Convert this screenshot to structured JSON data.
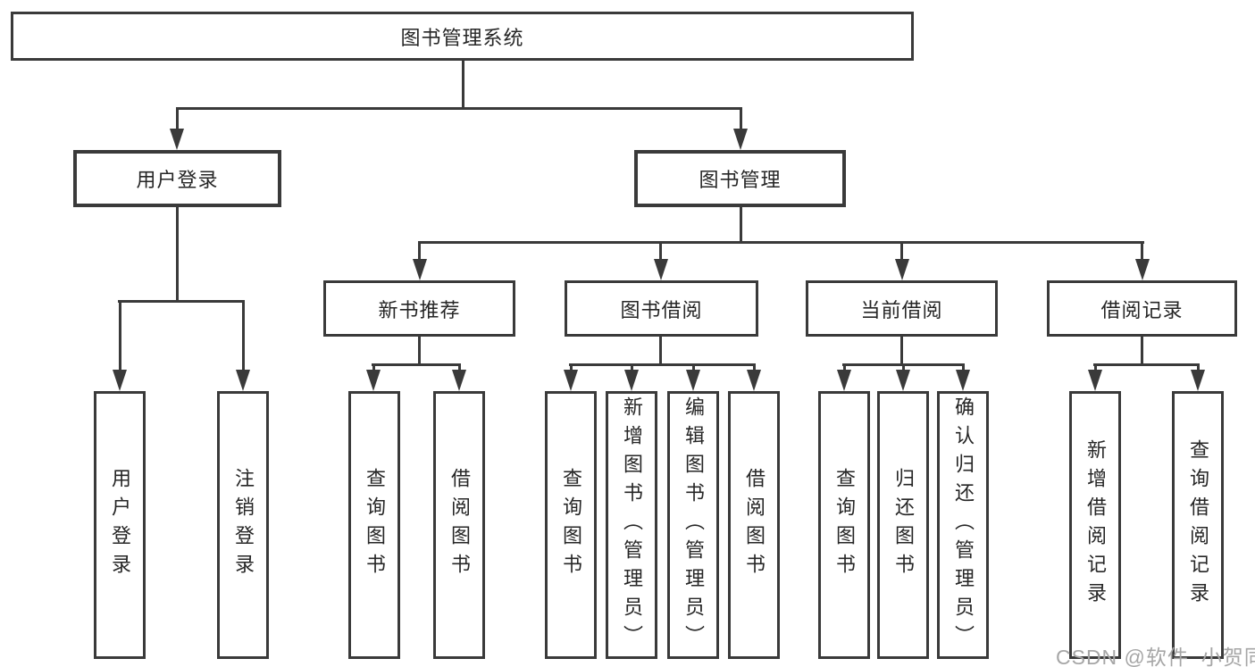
{
  "tree": {
    "label": "图书管理系统",
    "children": [
      {
        "label": "用户登录",
        "children": [
          {
            "label": "用户登录"
          },
          {
            "label": "注销登录"
          }
        ]
      },
      {
        "label": "图书管理",
        "children": [
          {
            "label": "新书推荐",
            "children": [
              {
                "label": "查询图书"
              },
              {
                "label": "借阅图书"
              }
            ]
          },
          {
            "label": "图书借阅",
            "children": [
              {
                "label": "查询图书"
              },
              {
                "label": "新增图书（管理员）"
              },
              {
                "label": "编辑图书（管理员）"
              },
              {
                "label": "借阅图书"
              }
            ]
          },
          {
            "label": "当前借阅",
            "children": [
              {
                "label": "查询图书"
              },
              {
                "label": "归还图书"
              },
              {
                "label": "确认归还（管理员）"
              }
            ]
          },
          {
            "label": "借阅记录",
            "children": [
              {
                "label": "新增借阅记录"
              },
              {
                "label": "查询借阅记录"
              }
            ]
          }
        ]
      }
    ]
  },
  "watermark": {
    "text": "CSDN @软件_小贺同学"
  },
  "colors": {
    "line": "#3a3a3a",
    "text": "#262626",
    "watermark": "#a6a6a6",
    "background": "#ffffff"
  }
}
